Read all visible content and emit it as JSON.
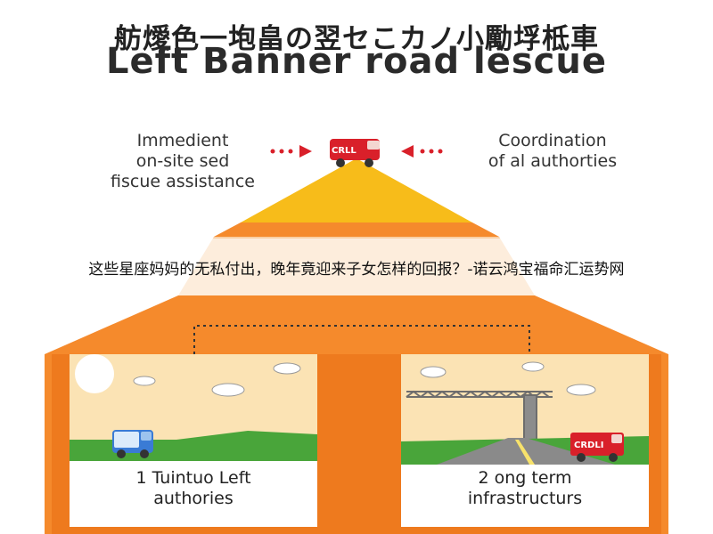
{
  "title": {
    "cjk": "舫燰色一垉畠の翌セこカノ小勵垺柢車",
    "main": "Left Banner road lescue"
  },
  "labels": {
    "left_line1": "Immedient",
    "left_line2": "on-site sed",
    "left_line3": "fiscue assistance",
    "right_line1": "Coordination",
    "right_line2": "of al authorties"
  },
  "truck_top_text": "CRLL",
  "overlay_caption": "这些星座妈妈的无私付出，晚年竟迎来子女怎样的回报？-诺云鸿宝福命汇运势网",
  "panels": [
    {
      "line1": "1 Tuintuo Left",
      "line2": "authories"
    },
    {
      "line1": "2 ong term",
      "line2": "infrastructurs",
      "truck_text": "CRDLI"
    }
  ],
  "colors": {
    "yellow": "#F7BC1A",
    "orange": "#F58A2C",
    "orange_dark": "#EE7A1E",
    "truck_red": "#D9202A",
    "dot_red": "#D9202A",
    "sky": "#FBE3B4",
    "grass": "#49A53A",
    "road": "#8A8A8A"
  }
}
